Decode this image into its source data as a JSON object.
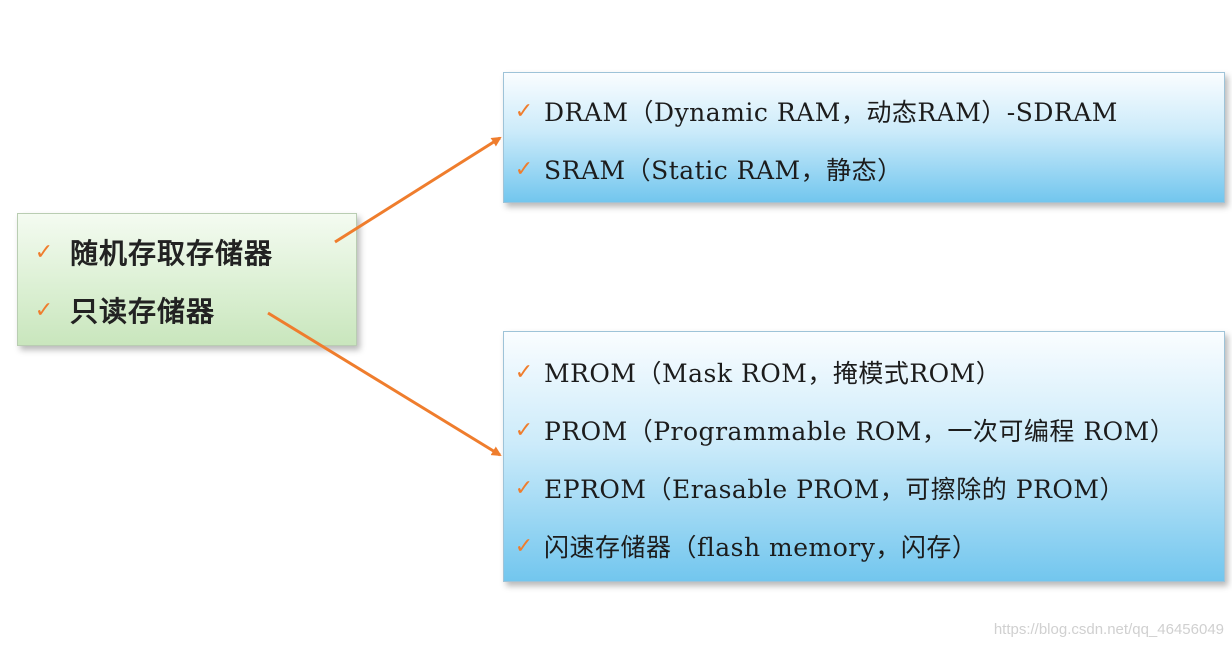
{
  "left_box": {
    "items": [
      {
        "check": "✓",
        "text": "随机存取存储器"
      },
      {
        "check": "✓",
        "text": "只读存储器"
      }
    ]
  },
  "ram_box": {
    "items": [
      {
        "check": "✓",
        "text": "DRAM（Dynamic RAM，动态RAM）-SDRAM"
      },
      {
        "check": "✓",
        "text": "SRAM（Static RAM，静态）"
      }
    ]
  },
  "rom_box": {
    "items": [
      {
        "check": "✓",
        "text": "MROM（Mask ROM，掩模式ROM）"
      },
      {
        "check": "✓",
        "text": "PROM（Programmable ROM，一次可编程 ROM）"
      },
      {
        "check": "✓",
        "text": "EPROM（Erasable PROM，可擦除的 PROM）"
      },
      {
        "check": "✓",
        "text": "闪速存储器（flash memory，闪存）"
      }
    ]
  },
  "colors": {
    "check": "#ef7d2d",
    "arrow": "#ef7d2d",
    "left_fill": "#dcf0d4",
    "right_fill": "#72c6ee"
  },
  "watermark": "https://blog.csdn.net/qq_46456049"
}
